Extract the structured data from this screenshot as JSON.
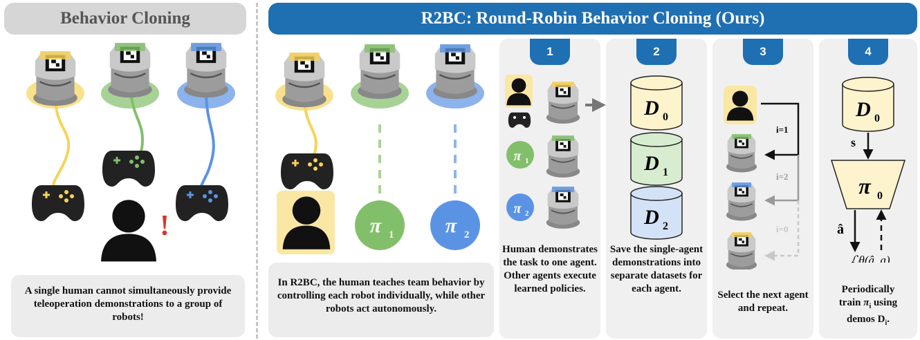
{
  "left": {
    "title": "Behavior Cloning",
    "caption": "A single human cannot simultaneously provide teleoperation demonstrations to a group of robots!",
    "alert": "!"
  },
  "right": {
    "title": "R2BC: Round-Robin Behavior Cloning (Ours)",
    "caption": "In R2BC, the human teaches team behavior by controlling each robot individually, while other robots act autonomously.",
    "policies": {
      "symbol": "π",
      "sub1": "1",
      "sub2": "2"
    }
  },
  "steps": [
    {
      "number": "1",
      "caption": "Human demonstrates the task to one agent. Other agents execute learned policies."
    },
    {
      "number": "2",
      "caption": "Save the single-agent demonstrations into separate datasets for each agent."
    },
    {
      "number": "3",
      "caption": "Select the next agent and repeat."
    },
    {
      "number": "4",
      "caption_line1": "Periodically",
      "caption_line2_pre": "train",
      "caption_line2_post": "using",
      "caption_line3": "demos D",
      "caption_sub": "i",
      "caption_dot": "."
    }
  ],
  "datasets": [
    {
      "letter": "D",
      "sub": "0",
      "color": "#fdf3cc"
    },
    {
      "letter": "D",
      "sub": "1",
      "color": "#d8ecd0"
    },
    {
      "letter": "D",
      "sub": "2",
      "color": "#d3e2f6"
    }
  ],
  "iterations": [
    "i=1",
    "i=2",
    "i=0"
  ],
  "training": {
    "dataset": "D",
    "dataset_sub": "0",
    "state_label": "s",
    "policy": "π",
    "policy_sub": "0",
    "action_label": "â",
    "loss": "ℒθ(â, a)",
    "train_policy": "π",
    "train_sub": "i"
  },
  "colors": {
    "yellow": "#f7d358",
    "green": "#82bf6a",
    "blue": "#5b93e4",
    "header_blue": "#1f6fb3",
    "gray_header": "#d6d6d6",
    "alert_red": "#d9372b"
  },
  "icons": [
    "robot-icon",
    "gamepad-icon",
    "person-icon",
    "alert-icon",
    "dataset-cylinder-icon",
    "arrow-icon"
  ]
}
